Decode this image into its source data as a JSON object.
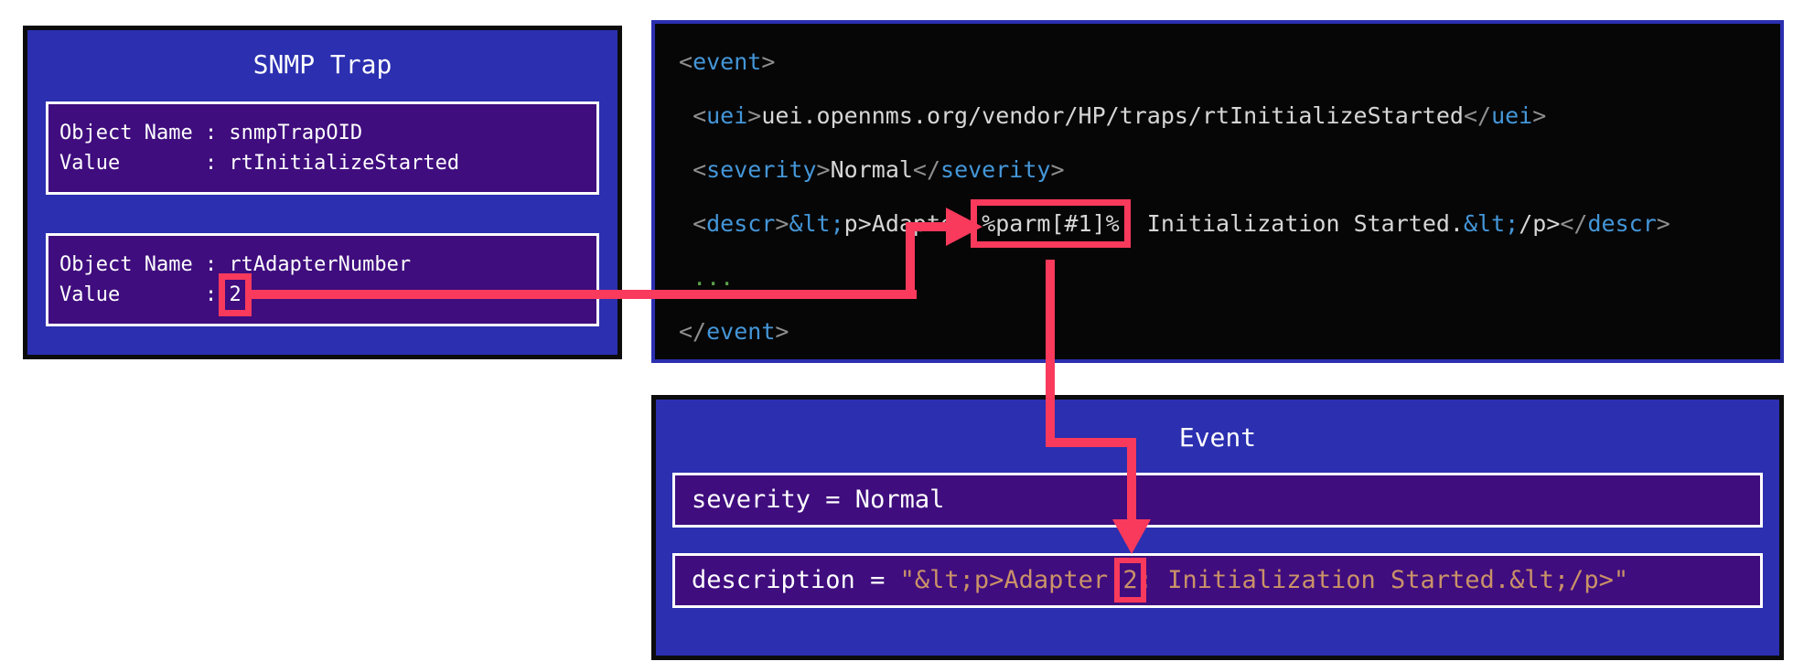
{
  "colors": {
    "boxBlue": "#2b2fb0",
    "boxPurple": "#3f0d7e",
    "codeBg": "#060606",
    "arrowPink": "#f93a5c",
    "tagBlue": "#4496d8",
    "codeText": "#d6d6d6",
    "bracketGray": "#8f8f8f",
    "dotsGreen": "#5ba24c",
    "stringTan": "#ca9268",
    "borderBlack": "#0c0c0c"
  },
  "trap": {
    "title": "SNMP Trap",
    "row1_line1": "Object Name : snmpTrapOID",
    "row1_line2": "Value       : rtInitializeStarted",
    "row2_line1": "Object Name : rtAdapterNumber",
    "row2_label": "Value       : ",
    "row2_value": "2"
  },
  "code": {
    "lines": [
      [
        "<",
        "event",
        ">"
      ],
      [
        " ",
        "<",
        "uei",
        ">",
        "uei.opennms.org/vendor/HP/traps/rtInitializeStarted",
        "</",
        "uei",
        ">"
      ],
      [
        " ",
        "<",
        "severity",
        ">",
        "Normal",
        "</",
        "severity",
        ">"
      ],
      [
        " ",
        "<",
        "descr",
        ">",
        "&lt;",
        "p>Adapter ",
        "%parm[#1]%",
        ": Initialization Started.",
        "&lt;",
        "/p>",
        "</",
        "descr",
        ">"
      ],
      [
        " ",
        "..."
      ],
      [
        "</",
        "event",
        ">"
      ]
    ]
  },
  "event": {
    "title": "Event",
    "severity_row": "severity = Normal",
    "desc_prefix": "description = ",
    "desc_before": "\"&lt;p>Adapter ",
    "desc_value": "2",
    "desc_after": ": Initialization Started.&lt;/p>\""
  }
}
